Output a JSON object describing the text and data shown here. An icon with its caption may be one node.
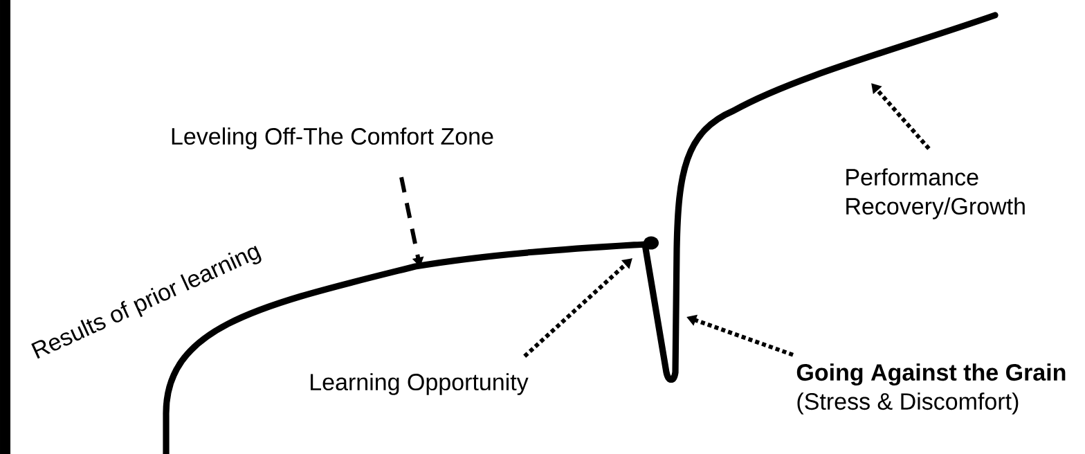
{
  "diagram": {
    "nodes": [
      {
        "text": [
          "Leveling Off-The Comfort Zone"
        ]
      },
      {
        "text": [
          "Learning Opportunity"
        ]
      },
      {
        "text": [
          "Going Against the Grain",
          "(Stress & Discomfort)"
        ]
      },
      {
        "text": [
          "Performance Recovery/Growth"
        ]
      }
    ],
    "edges": [
      {
        "from": 0,
        "to": null,
        "arrow": "to",
        "style": "dashed"
      },
      {
        "from": 1,
        "to": null,
        "arrow": "to"
      },
      {
        "from": 2,
        "to": null,
        "arrow": "to"
      },
      {
        "from": 3,
        "to": null,
        "arrow": "to"
      }
    ],
    "labels": [
      "Results of prior learning"
    ]
  }
}
